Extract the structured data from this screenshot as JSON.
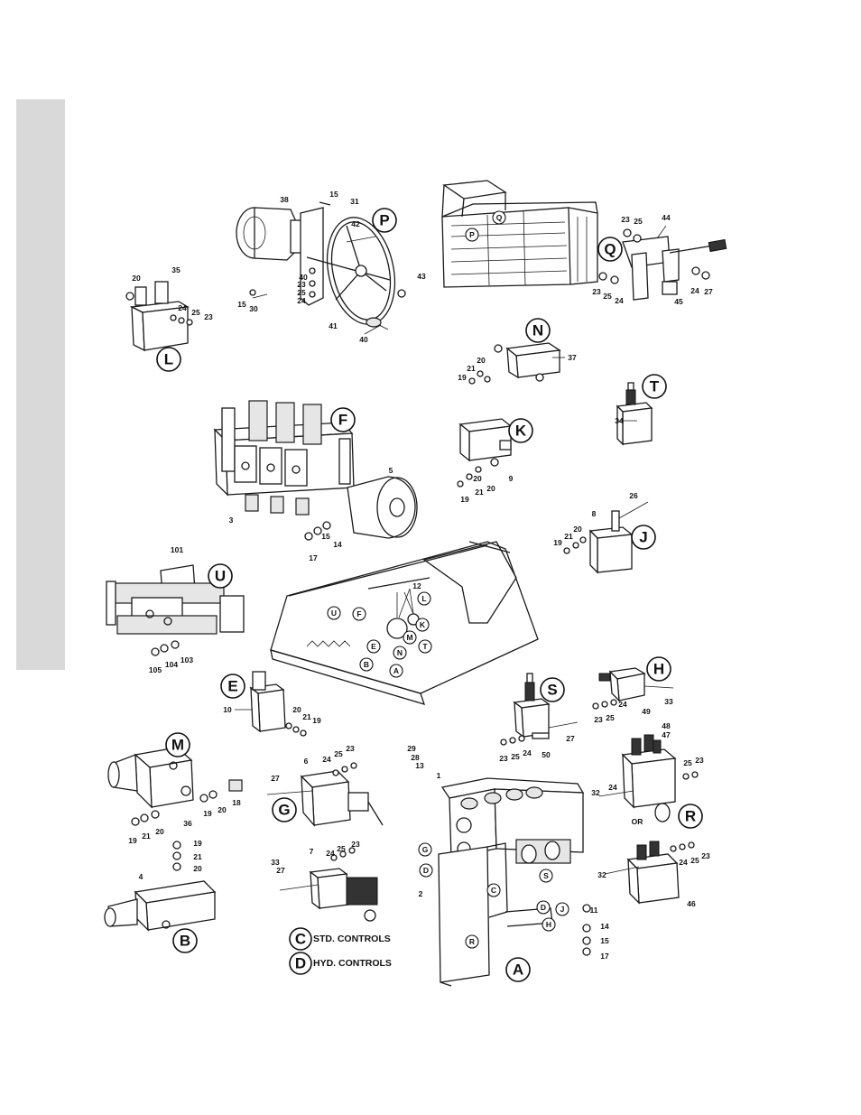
{
  "figure": {
    "assembly_letters": [
      "A",
      "B",
      "E",
      "F",
      "G",
      "H",
      "J",
      "K",
      "L",
      "M",
      "N",
      "P",
      "Q",
      "R",
      "S",
      "T",
      "U"
    ],
    "legend": [
      {
        "letter": "C",
        "text": "STD. CONTROLS"
      },
      {
        "letter": "D",
        "text": "HYD. CONTROLS"
      }
    ],
    "or_label": "OR"
  }
}
